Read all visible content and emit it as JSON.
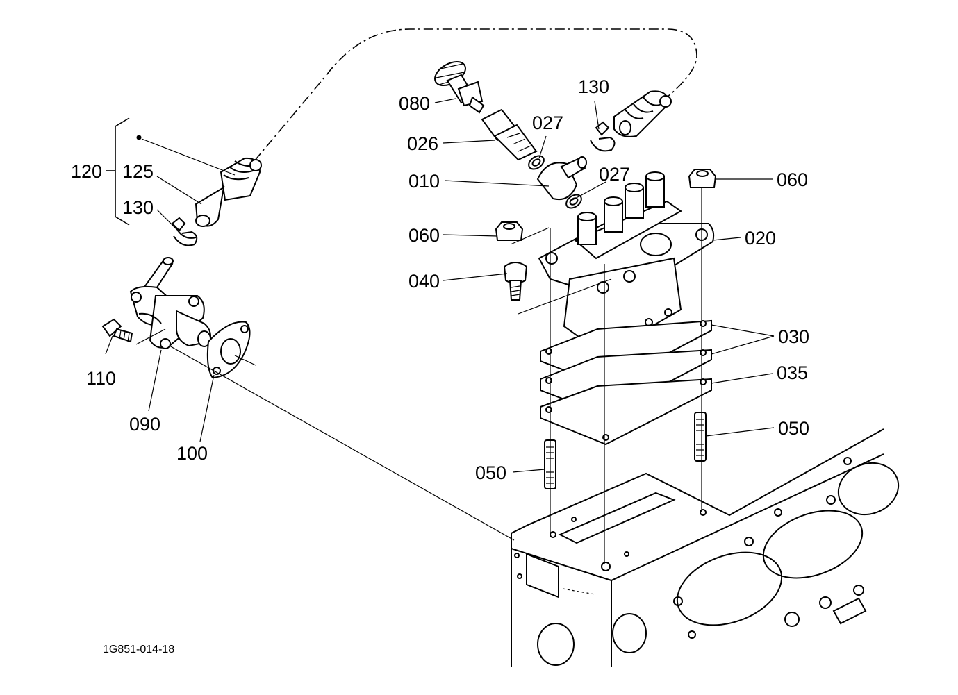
{
  "diagram": {
    "drawing_code": "1G851-014-18",
    "labels": {
      "p120": "120",
      "p125": "125",
      "p130_left": "130",
      "p110": "110",
      "p090": "090",
      "p100": "100",
      "p080": "080",
      "p026": "026",
      "p027_top": "027",
      "p010": "010",
      "p027_mid": "027",
      "p130_right": "130",
      "p060_left": "060",
      "p060_right": "060",
      "p040": "040",
      "p020": "020",
      "p030": "030",
      "p035": "035",
      "p050_left": "050",
      "p050_right": "050"
    }
  }
}
